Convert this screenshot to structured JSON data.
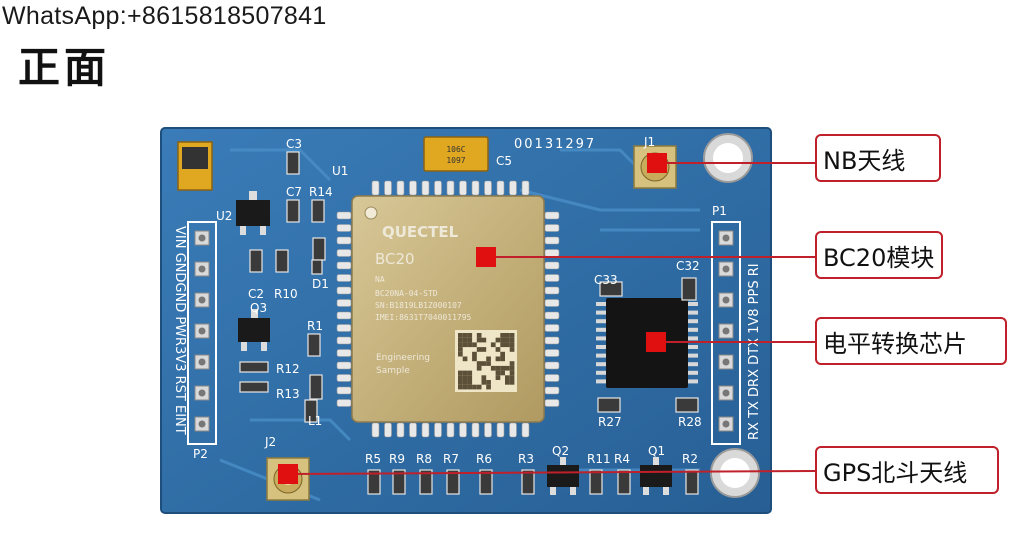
{
  "watermark": "WhatsApp:+8615818507841",
  "heading": "正面",
  "board": {
    "serial": "00131297",
    "module": {
      "brand": "QUECTEL",
      "model": "BC20",
      "lines": [
        "NA",
        "BC20NA-04-STD",
        "SN:B1819LB1Z000107",
        "IMEI:8631T7040011795"
      ],
      "engineering": [
        "Engineering",
        "Sample"
      ]
    },
    "capacitor_text": [
      "106C",
      "1097"
    ],
    "silkscreen": {
      "u1": "U1",
      "u2": "U2",
      "q3": "Q3",
      "c2": "C2",
      "c3": "C3",
      "c5": "C5",
      "c7": "C7",
      "c32": "C32",
      "c33": "C33",
      "r1": "R1",
      "r2": "R2",
      "r3": "R3",
      "r4": "R4",
      "r5": "R5",
      "r6": "R6",
      "r7": "R7",
      "r8": "R8",
      "r9": "R9",
      "r10": "R10",
      "r11": "R11",
      "r12": "R12",
      "r13": "R13",
      "r14": "R14",
      "r27": "R27",
      "r28": "R28",
      "d1": "D1",
      "l1": "L1",
      "q1": "Q1",
      "q2": "Q2",
      "j1": "J1",
      "j2": "J2",
      "p1": "P1",
      "p2": "P2"
    },
    "p2_pins": "VIN GNDGND PWR3V3 RST EINT",
    "p1_pins": "RX TX DRX DTX 1V8 PPS RI"
  },
  "callouts": [
    {
      "id": "nb",
      "label": "NB天线"
    },
    {
      "id": "bc20",
      "label": "BC20模块"
    },
    {
      "id": "level",
      "label": "电平转换芯片"
    },
    {
      "id": "gps",
      "label": "GPS北斗天线"
    }
  ],
  "colors": {
    "pcb": "#2c6fa8",
    "pcb_light": "#3d82bd",
    "silk": "#ffffff",
    "module": "#c8b480",
    "marker": "#e01010",
    "callout_border": "#c0202a"
  }
}
